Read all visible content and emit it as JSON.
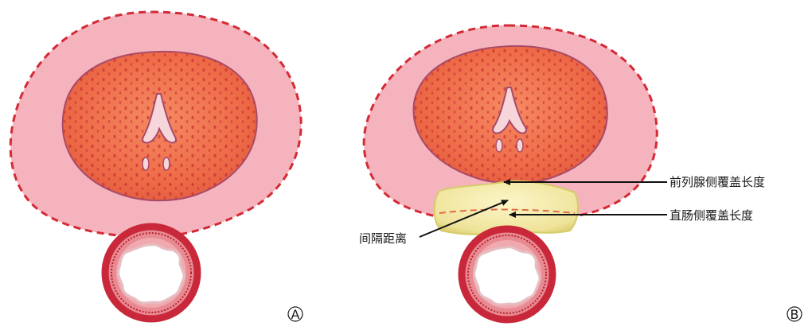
{
  "panels": [
    {
      "id": "A",
      "letter": "A"
    },
    {
      "id": "B",
      "letter": "B"
    }
  ],
  "annotations": {
    "prostate_coverage": "前列腺侧覆盖长度",
    "rectal_coverage": "直肠侧覆盖长度",
    "spacing_distance": "间隔距离"
  },
  "colors": {
    "outer_halo": "#f4b3bd",
    "halo_dash": "#d42a36",
    "prostate_fill": "#ef6a47",
    "prostate_edge": "#a84a6a",
    "urethra": "#f6d6da",
    "rectum_wall": "#c8283a",
    "rectum_muscle": "#e88a92",
    "rectum_mucosa": "#f0a9ae",
    "spacer": "#f3eba6",
    "spacer_edge": "#d6cc69",
    "arrow": "#111111"
  }
}
